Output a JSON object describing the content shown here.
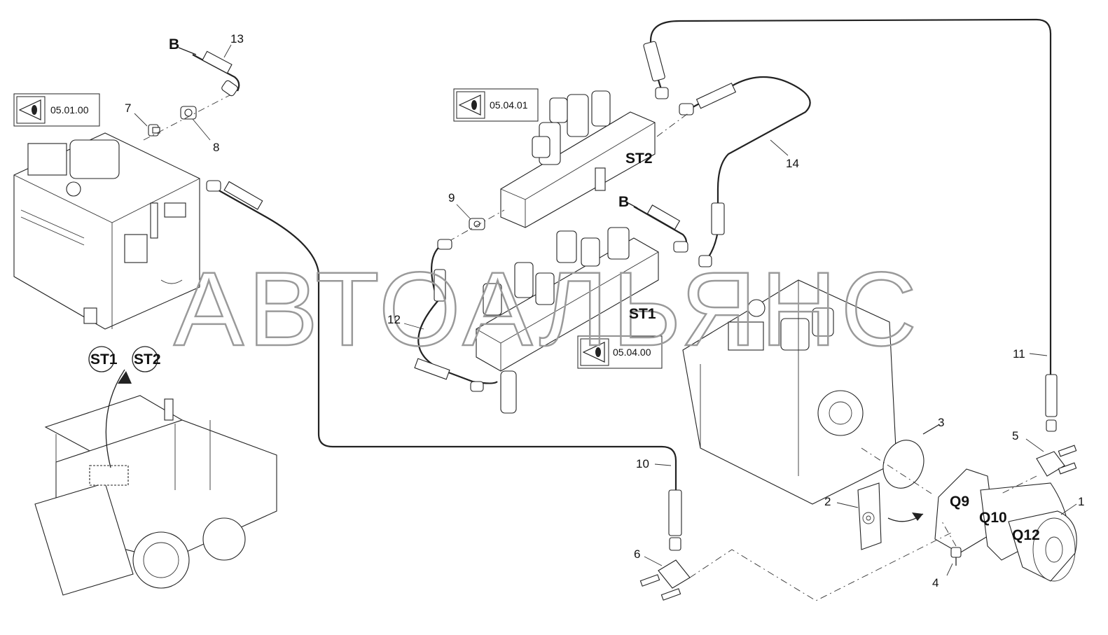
{
  "watermark": "АВТОАЛЬЯНС",
  "callouts": [
    {
      "id": "1",
      "label": "1"
    },
    {
      "id": "2",
      "label": "2"
    },
    {
      "id": "3",
      "label": "3"
    },
    {
      "id": "4",
      "label": "4"
    },
    {
      "id": "5",
      "label": "5"
    },
    {
      "id": "6",
      "label": "6"
    },
    {
      "id": "7",
      "label": "7"
    },
    {
      "id": "8",
      "label": "8"
    },
    {
      "id": "9",
      "label": "9"
    },
    {
      "id": "10",
      "label": "10"
    },
    {
      "id": "11",
      "label": "11"
    },
    {
      "id": "12",
      "label": "12"
    },
    {
      "id": "13",
      "label": "13"
    },
    {
      "id": "14",
      "label": "14"
    }
  ],
  "ref_boxes": [
    {
      "id": "ref-05-01-00",
      "label": "05.01.00"
    },
    {
      "id": "ref-05-04-01",
      "label": "05.04.01"
    },
    {
      "id": "ref-05-04-00",
      "label": "05.04.00"
    }
  ],
  "markers": {
    "b_top": "B",
    "b_mid": "B",
    "st1_valve": "ST1",
    "st2_valve": "ST2",
    "st1_circle": "ST1",
    "st2_circle": "ST2",
    "q9": "Q9",
    "q10": "Q10",
    "q12": "Q12"
  }
}
